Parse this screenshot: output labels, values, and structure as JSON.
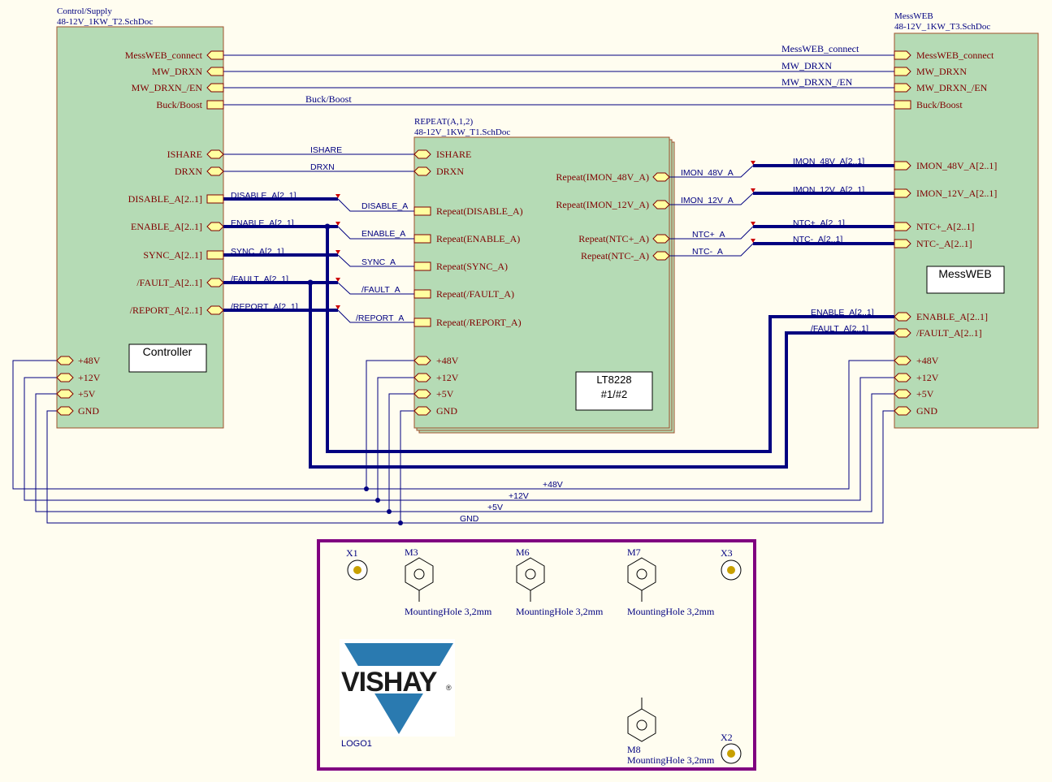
{
  "sheets": {
    "control": {
      "title": "Control/Supply",
      "file": "48-12V_1KW_T2.SchDoc",
      "label": "Controller",
      "ports": [
        "MessWEB_connect",
        "MW_DRXN",
        "MW_DRXN_/EN",
        "Buck/Boost",
        "ISHARE",
        "DRXN",
        "DISABLE_A[2..1]",
        "ENABLE_A[2..1]",
        "SYNC_A[2..1]",
        "/FAULT_A[2..1]",
        "/REPORT_A[2..1]",
        "+48V",
        "+12V",
        "+5V",
        "GND"
      ]
    },
    "repeat": {
      "title": "REPEAT(A,1,2)",
      "file": "48-12V_1KW_T1.SchDoc",
      "label_line1": "LT8228",
      "label_line2": "#1/#2",
      "left_ports": [
        "ISHARE",
        "DRXN",
        "Repeat(DISABLE_A)",
        "Repeat(ENABLE_A)",
        "Repeat(SYNC_A)",
        "Repeat(/FAULT_A)",
        "Repeat(/REPORT_A)",
        "+48V",
        "+12V",
        "+5V",
        "GND"
      ],
      "right_ports": [
        "Repeat(IMON_48V_A)",
        "Repeat(IMON_12V_A)",
        "Repeat(NTC+_A)",
        "Repeat(NTC-_A)"
      ]
    },
    "messweb": {
      "title": "MessWEB",
      "file": "48-12V_1KW_T3.SchDoc",
      "label": "MessWEB",
      "ports": [
        "MessWEB_connect",
        "MW_DRXN",
        "MW_DRXN_/EN",
        "Buck/Boost",
        "IMON_48V_A[2..1]",
        "IMON_12V_A[2..1]",
        "NTC+_A[2..1]",
        "NTC-_A[2..1]",
        "ENABLE_A[2..1]",
        "/FAULT_A[2..1]",
        "+48V",
        "+12V",
        "+5V",
        "GND"
      ]
    }
  },
  "net_labels": {
    "messweb_connect": "MessWEB_connect",
    "mw_drxn": "MW_DRXN",
    "mw_drxn_en": "MW_DRXN_/EN",
    "buck_boost": "Buck/Boost",
    "ishare": "ISHARE",
    "drxn": "DRXN",
    "disable_bus": "DISABLE_A[2..1]",
    "enable_bus": "ENABLE_A[2..1]",
    "sync_bus": "SYNC_A[2..1]",
    "fault_bus": "/FAULT_A[2..1]",
    "report_bus": "/REPORT_A[2..1]",
    "disable_a": "DISABLE_A",
    "enable_a": "ENABLE_A",
    "sync_a": "SYNC_A",
    "fault_a": "/FAULT_A",
    "report_a": "/REPORT_A",
    "imon48_a": "IMON_48V_A",
    "imon12_a": "IMON_12V_A",
    "ntcp_a": "NTC+_A",
    "ntcm_a": "NTC-_A",
    "imon48_bus": "IMON_48V_A[2..1]",
    "imon12_bus": "IMON_12V_A[2..1]",
    "ntcp_bus": "NTC+_A[2..1]",
    "ntcm_bus": "NTC-_A[2..1]",
    "enable_bus_mw": "ENABLE_A[2..1]",
    "fault_bus_mw": "/FAULT_A[2..1]",
    "p48": "+48V",
    "p12": "+12V",
    "p5": "+5V",
    "gnd": "GND"
  },
  "mechanical": {
    "x1": "X1",
    "x2": "X2",
    "x3": "X3",
    "m3": "M3",
    "m6": "M6",
    "m7": "M7",
    "m8": "M8",
    "hole_label": "MountingHole 3,2mm",
    "logo_text": "VISHAY",
    "logo_mark": "®",
    "logo_designator": "LOGO1"
  },
  "colors": {
    "background": "#fffdf0",
    "sheet_fill": "#b5dbb5",
    "sheet_border": "#a0522d",
    "wire": "#000080",
    "port_fill": "#ffffa0",
    "port_text": "#800000",
    "title_text": "#000080",
    "frame": "#800080",
    "pin_marker": "#cc0000",
    "hole_fill": "#c8a000",
    "logo_blue": "#2a7ab0"
  }
}
